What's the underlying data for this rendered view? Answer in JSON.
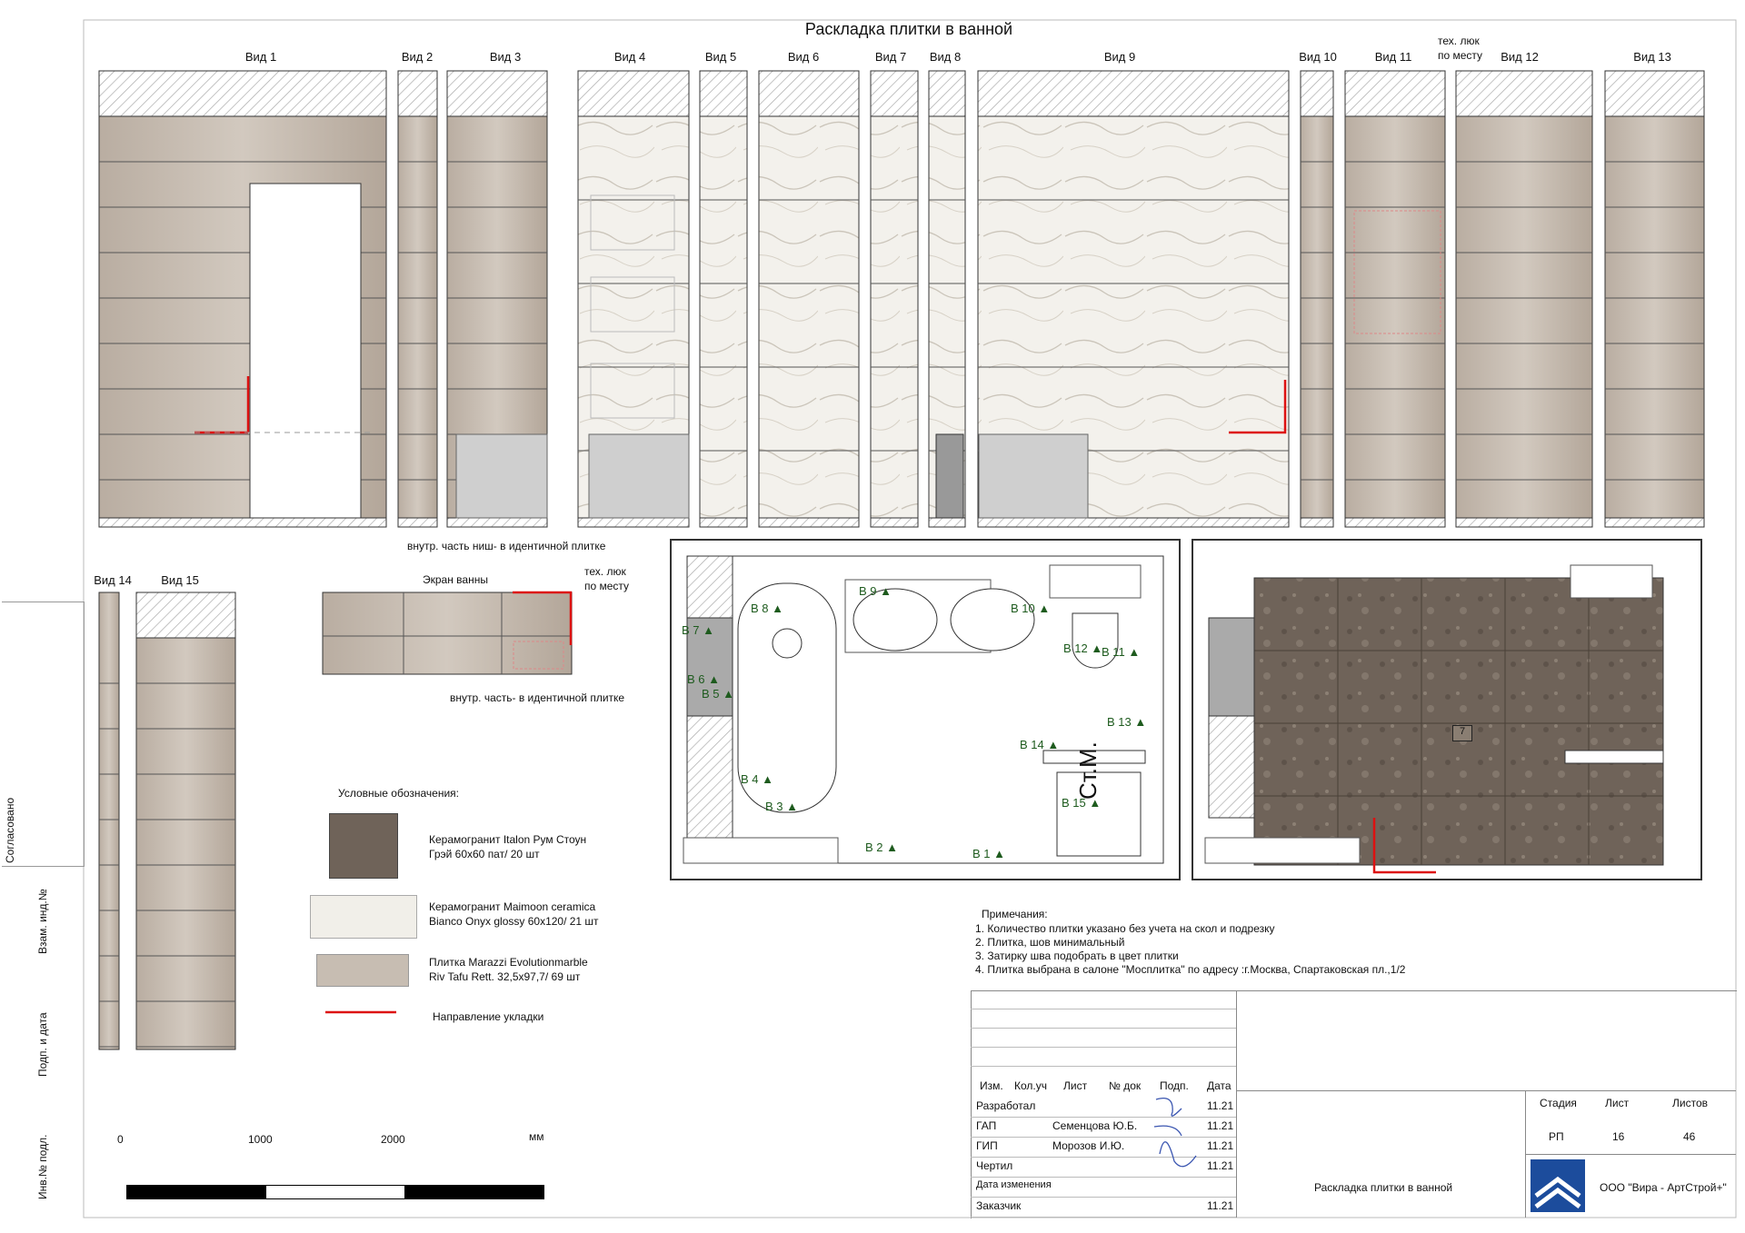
{
  "title": "Раскладка плитки в ванной",
  "views": [
    "Вид 1",
    "Вид 2",
    "Вид 3",
    "Вид 4",
    "Вид 5",
    "Вид 6",
    "Вид 7",
    "Вид 8",
    "Вид 9",
    "Вид 10",
    "Вид 11",
    "Вид 12",
    "Вид 13",
    "Вид 14",
    "Вид 15"
  ],
  "annotations": {
    "hatch_top": "тех. люк\nпо месту",
    "hatch_top_l1": "тех. люк",
    "hatch_top_l2": "по месту",
    "niches": "внутр. часть ниш- в идентичной плитке",
    "bath_screen": "Экран ванны",
    "hatch_screen_l1": "тех. люк",
    "hatch_screen_l2": "по месту",
    "screen_inner": "внутр. часть- в идентичной плитке",
    "wc": "Ст.М.",
    "floor_mark": "7"
  },
  "plan_markers": [
    "В 1",
    "В 2",
    "В 3",
    "В 4",
    "В 5",
    "В 6",
    "В 7",
    "В 8",
    "В 9",
    "В 10",
    "В 11",
    "В 12",
    "В 13",
    "В 14",
    "В 15"
  ],
  "legend": {
    "heading": "Условные обозначения:",
    "items": [
      {
        "l1": "Керамогранит Italon Рум Стоун",
        "l2": "Грэй 60х60 пат/ 20 шт"
      },
      {
        "l1": "Керамогранит Maimoon ceramica",
        "l2": "Bianco Onyx glossy 60x120/ 21 шт"
      },
      {
        "l1": "Плитка Marazzi Evolutionmarble",
        "l2": "Riv Tafu Rett. 32,5x97,7/ 69 шт"
      }
    ],
    "arrow": "Направление укладки"
  },
  "notes": {
    "heading": "Примечания:",
    "items": [
      "1. Количество плитки указано без учета на скол и подрезку",
      "2. Плитка, шов минимальный",
      "3. Затирку шва подобрать в цвет плитки",
      "4. Плитка выбрана в салоне \"Мосплитка\" по адресу :г.Москва, Спартаковская пл.,1/2"
    ]
  },
  "scale": {
    "ticks": [
      "0",
      "1000",
      "2000"
    ],
    "unit": "мм"
  },
  "side_stamps": [
    "Согласовано",
    "Взам. инд.№",
    "Подп. и дата",
    "Инв.№ подл."
  ],
  "title_block": {
    "headers": [
      "Изм.",
      "Кол.уч",
      "Лист",
      "№ док",
      "Подп.",
      "Дата"
    ],
    "rows": [
      {
        "role": "Разработал",
        "name": "",
        "date": "11.21"
      },
      {
        "role": "ГАП",
        "name": "Семенцова Ю.Б.",
        "date": "11.21"
      },
      {
        "role": "ГИП",
        "name": "Морозов И.Ю.",
        "date": "11.21"
      },
      {
        "role": "Чертил",
        "name": "",
        "date": "11.21"
      },
      {
        "role": "Дата изменения",
        "name": "",
        "date": ""
      },
      {
        "role": "Заказчик",
        "name": "",
        "date": "11.21"
      }
    ],
    "sheet_title": "Раскладка плитки в ванной",
    "stage_h": "Стадия",
    "sheet_h": "Лист",
    "sheets_h": "Листов",
    "stage": "РП",
    "sheet": "16",
    "sheets": "46",
    "company": "ООО \"Вира - АртСтрой+\""
  },
  "colors": {
    "beige": "#c7bdb2",
    "onyx": "#f1efe9",
    "dark": "#6e6258",
    "red": "#dd1111",
    "green": "#1e5b1e",
    "logo": "#1c4c9c"
  }
}
